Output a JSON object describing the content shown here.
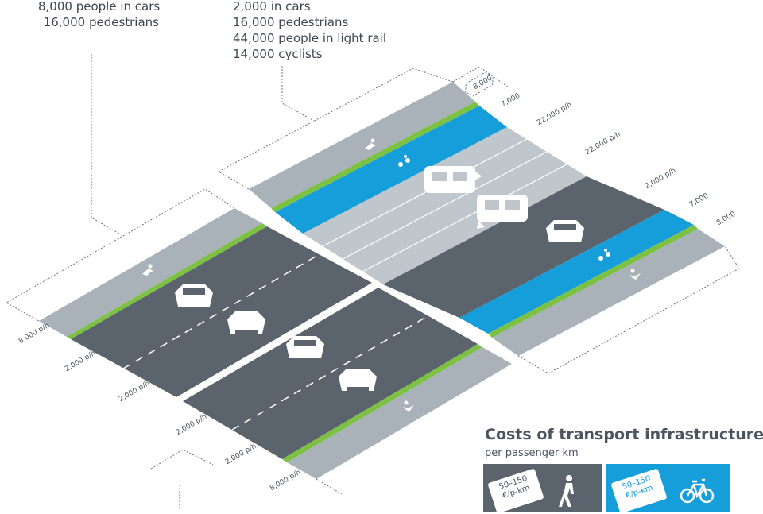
{
  "captions": {
    "left": [
      "8,000 people in cars",
      "16,000 pedestrians"
    ],
    "right": [
      "2,000 in cars",
      "16,000 pedestrians",
      "44,000 people in light rail",
      "14,000 cyclists"
    ]
  },
  "capacity_labels": {
    "right_street": [
      "8,000",
      "7,000",
      "22,000 p/h",
      "22,000 p/h",
      "2,000 p/h",
      "7,000",
      "8,000"
    ],
    "left_street": [
      "8,000 p/h",
      "2,000 p/h",
      "2,000 p/h",
      "2,000 p/h",
      "2,000 p/h",
      "8,000 p/h"
    ]
  },
  "legend": {
    "title": "Costs of transport infrastructure",
    "subtitle": "per passenger km",
    "items": [
      {
        "range": "50–150",
        "unit": "€/p-km",
        "icon": "pedestrian-icon",
        "color": "#5b646c"
      },
      {
        "range": "50–150",
        "unit": "€/p-km",
        "icon": "bicycle-icon",
        "color": "#169edb"
      }
    ]
  },
  "colors": {
    "sidewalk": "#a9b2b8",
    "road": "#5b646c",
    "cycle_lane": "#169edb",
    "green_strip": "#7cc142",
    "rail": "#c0c7cc"
  }
}
